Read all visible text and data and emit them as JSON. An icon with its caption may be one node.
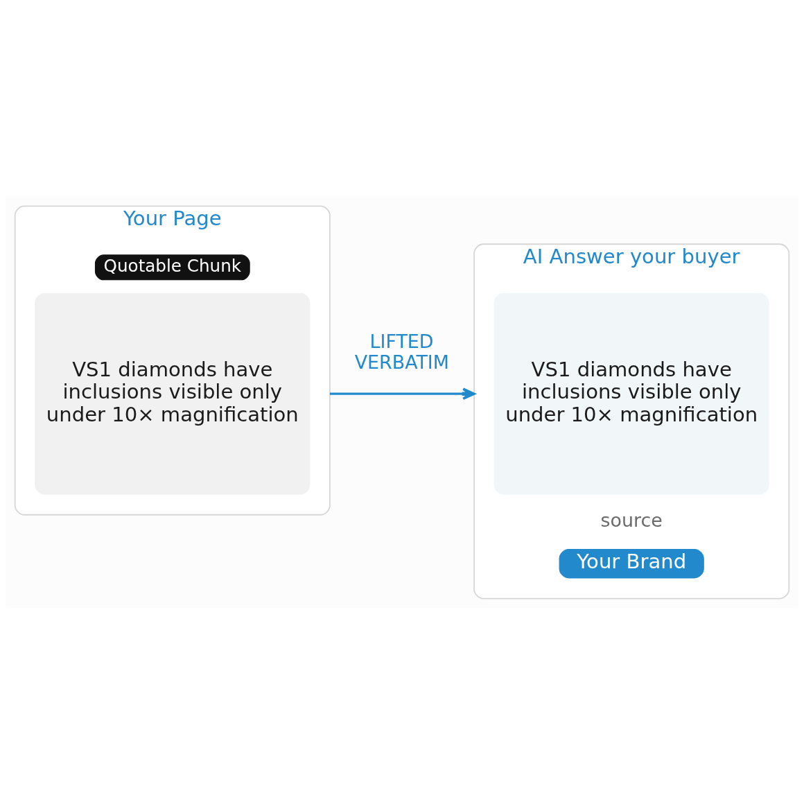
{
  "diagram": {
    "nodes": [
      {
        "text": [
          "Your Page"
        ]
      },
      {
        "text": [
          "Quotable Chunk"
        ],
        "in": 0
      },
      {
        "text": [
          "VS1 diamonds have inclusions visible only under 10× magnification"
        ],
        "in": 0
      },
      {
        "text": [
          "AI Answer your buyer"
        ]
      },
      {
        "text": [
          "VS1 diamonds have inclusions visible only under 10× magnification"
        ],
        "in": 3
      },
      {
        "text": [
          "Your Brand"
        ],
        "in": 3
      }
    ],
    "edges": [
      {
        "from": 0,
        "to": 3,
        "arrow": "to",
        "label": "LIFTED VERBATIM"
      }
    ],
    "labels": [
      "source"
    ]
  }
}
